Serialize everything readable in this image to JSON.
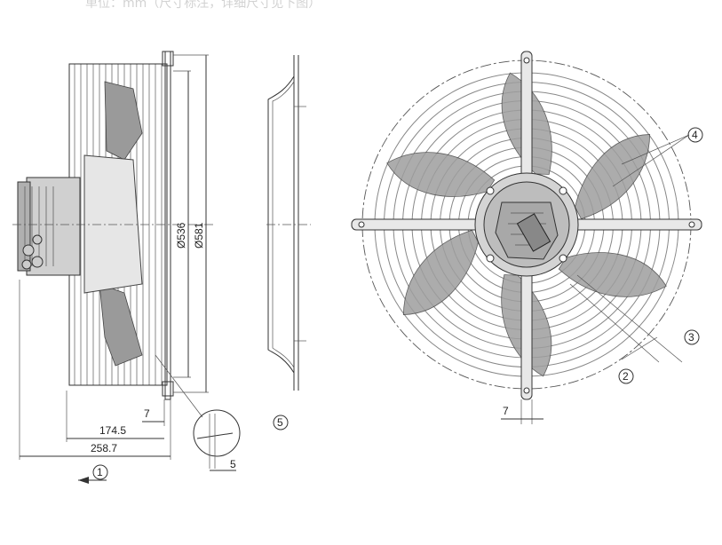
{
  "header_note": "单位：mm（尺寸标注，详细尺寸见下图）",
  "dimensions": {
    "d536": "Ø536",
    "d581": "Ø581",
    "len_174": "174.5",
    "len_258": "258.7",
    "gap_7_side": "7",
    "gap_7_front": "7",
    "gap_5": "5"
  },
  "callouts": [
    "1",
    "2",
    "3",
    "4",
    "5"
  ]
}
